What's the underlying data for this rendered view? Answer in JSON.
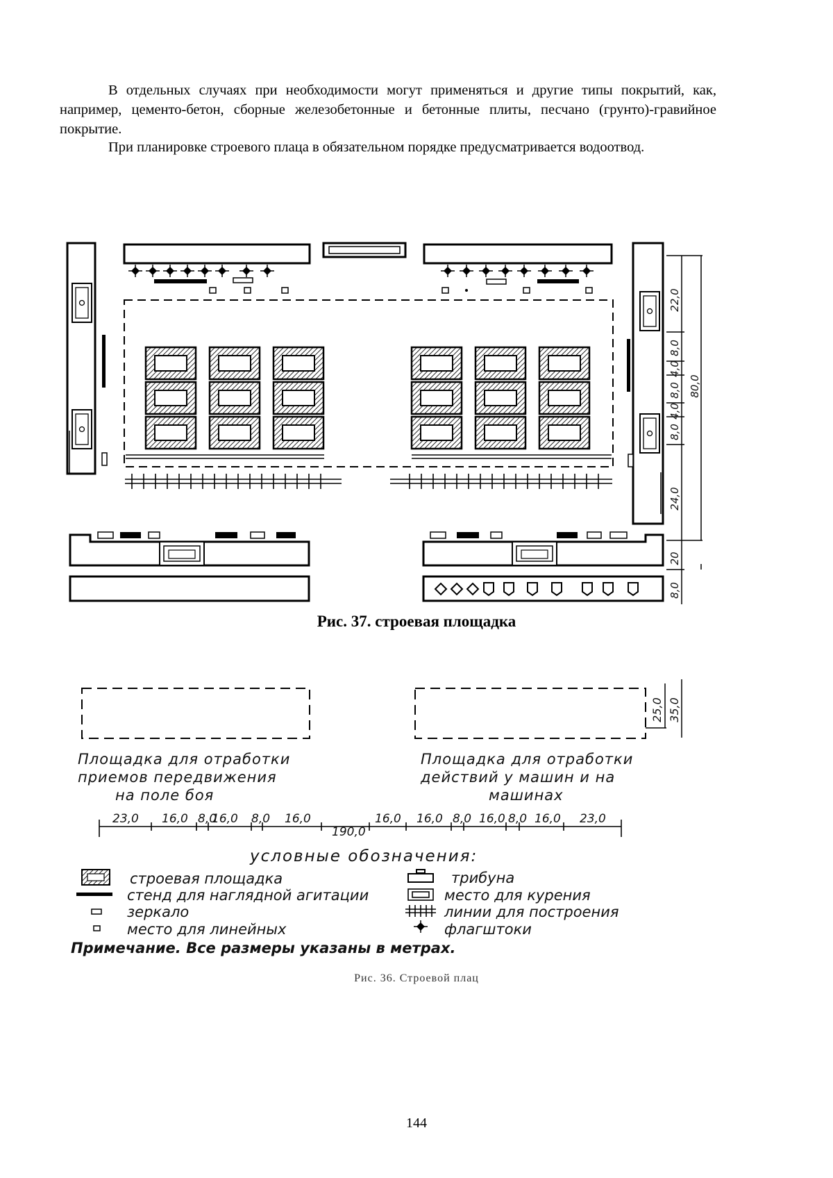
{
  "body": {
    "paragraph1": "В отдельных случаях при необходимости могут применяться и другие типы покрытий, как, например, цементо-бетон, сборные железобетонные и бетонные плиты, песчано (грунто)-гравийное покрытие.",
    "paragraph2": "При планировке строевого плаца в обязательном порядке предусматривается водоотвод."
  },
  "figure37": {
    "caption": "Рис. 37. строевая площадка",
    "dimensions_right": [
      "22,0",
      "8,0",
      "4,0",
      "8,0",
      "4,0",
      "80,0",
      "8,0",
      "24,0",
      "20",
      "8,0"
    ]
  },
  "figure36": {
    "left_area_label": [
      "Площадка для отработки",
      "приемов передвижения",
      "на поле боя"
    ],
    "right_area_label": [
      "Площадка для отработки",
      "действий у машин и на",
      "машинах"
    ],
    "depth_dims": [
      "25,0",
      "35,0"
    ],
    "bottom_dims": [
      "23,0",
      "16,0",
      "8,0",
      "16,0",
      "8,0",
      "16,0",
      "190,0",
      "16,0",
      "16,0",
      "8,0",
      "16,0",
      "8,0",
      "16,0",
      "23,0"
    ],
    "legend_title": "условные обозначения:",
    "legend_left": [
      "строевая площадка",
      "стенд для наглядной агитации",
      "зеркало",
      "место для линейных"
    ],
    "legend_right": [
      "трибуна",
      "место для курения",
      "линии для построения",
      "флагштоки"
    ],
    "note": "Примечание. Все размеры указаны в метрах.",
    "caption": "Рис. 36. Строевой плац"
  },
  "page_number": "144"
}
